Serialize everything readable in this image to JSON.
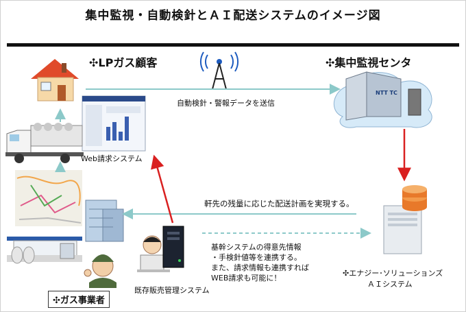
{
  "title": "集中監視・自動検針とＡＩ配送システムのイメージ図",
  "labels": {
    "customer": "✣LPガス顧客",
    "center": "✣集中監視センタ",
    "web_billing": "Web請求システム",
    "send_data": "自動検針・警報データを送信",
    "delivery_plan": "軒先の残量に応じた配送計画を実現する。",
    "core_system_lines": [
      "基幹システムの得意先情報",
      "・手検針値等を連携する。",
      "また、請求情報も連携すれば",
      "WEB請求も可能に！"
    ],
    "ai_system_line1": "✣エナジー･ソリューションズ",
    "ai_system_line2": "ＡＩシステム",
    "existing_sales": "既存販売管理システム",
    "gas_operator": "✣ガス事業者",
    "building_sign": "NTT TC"
  },
  "colors": {
    "arrow_red": "#d92020",
    "arrow_teal": "#8cc9c9",
    "house_roof": "#e04a2a",
    "server_orange": "#e8792a"
  }
}
